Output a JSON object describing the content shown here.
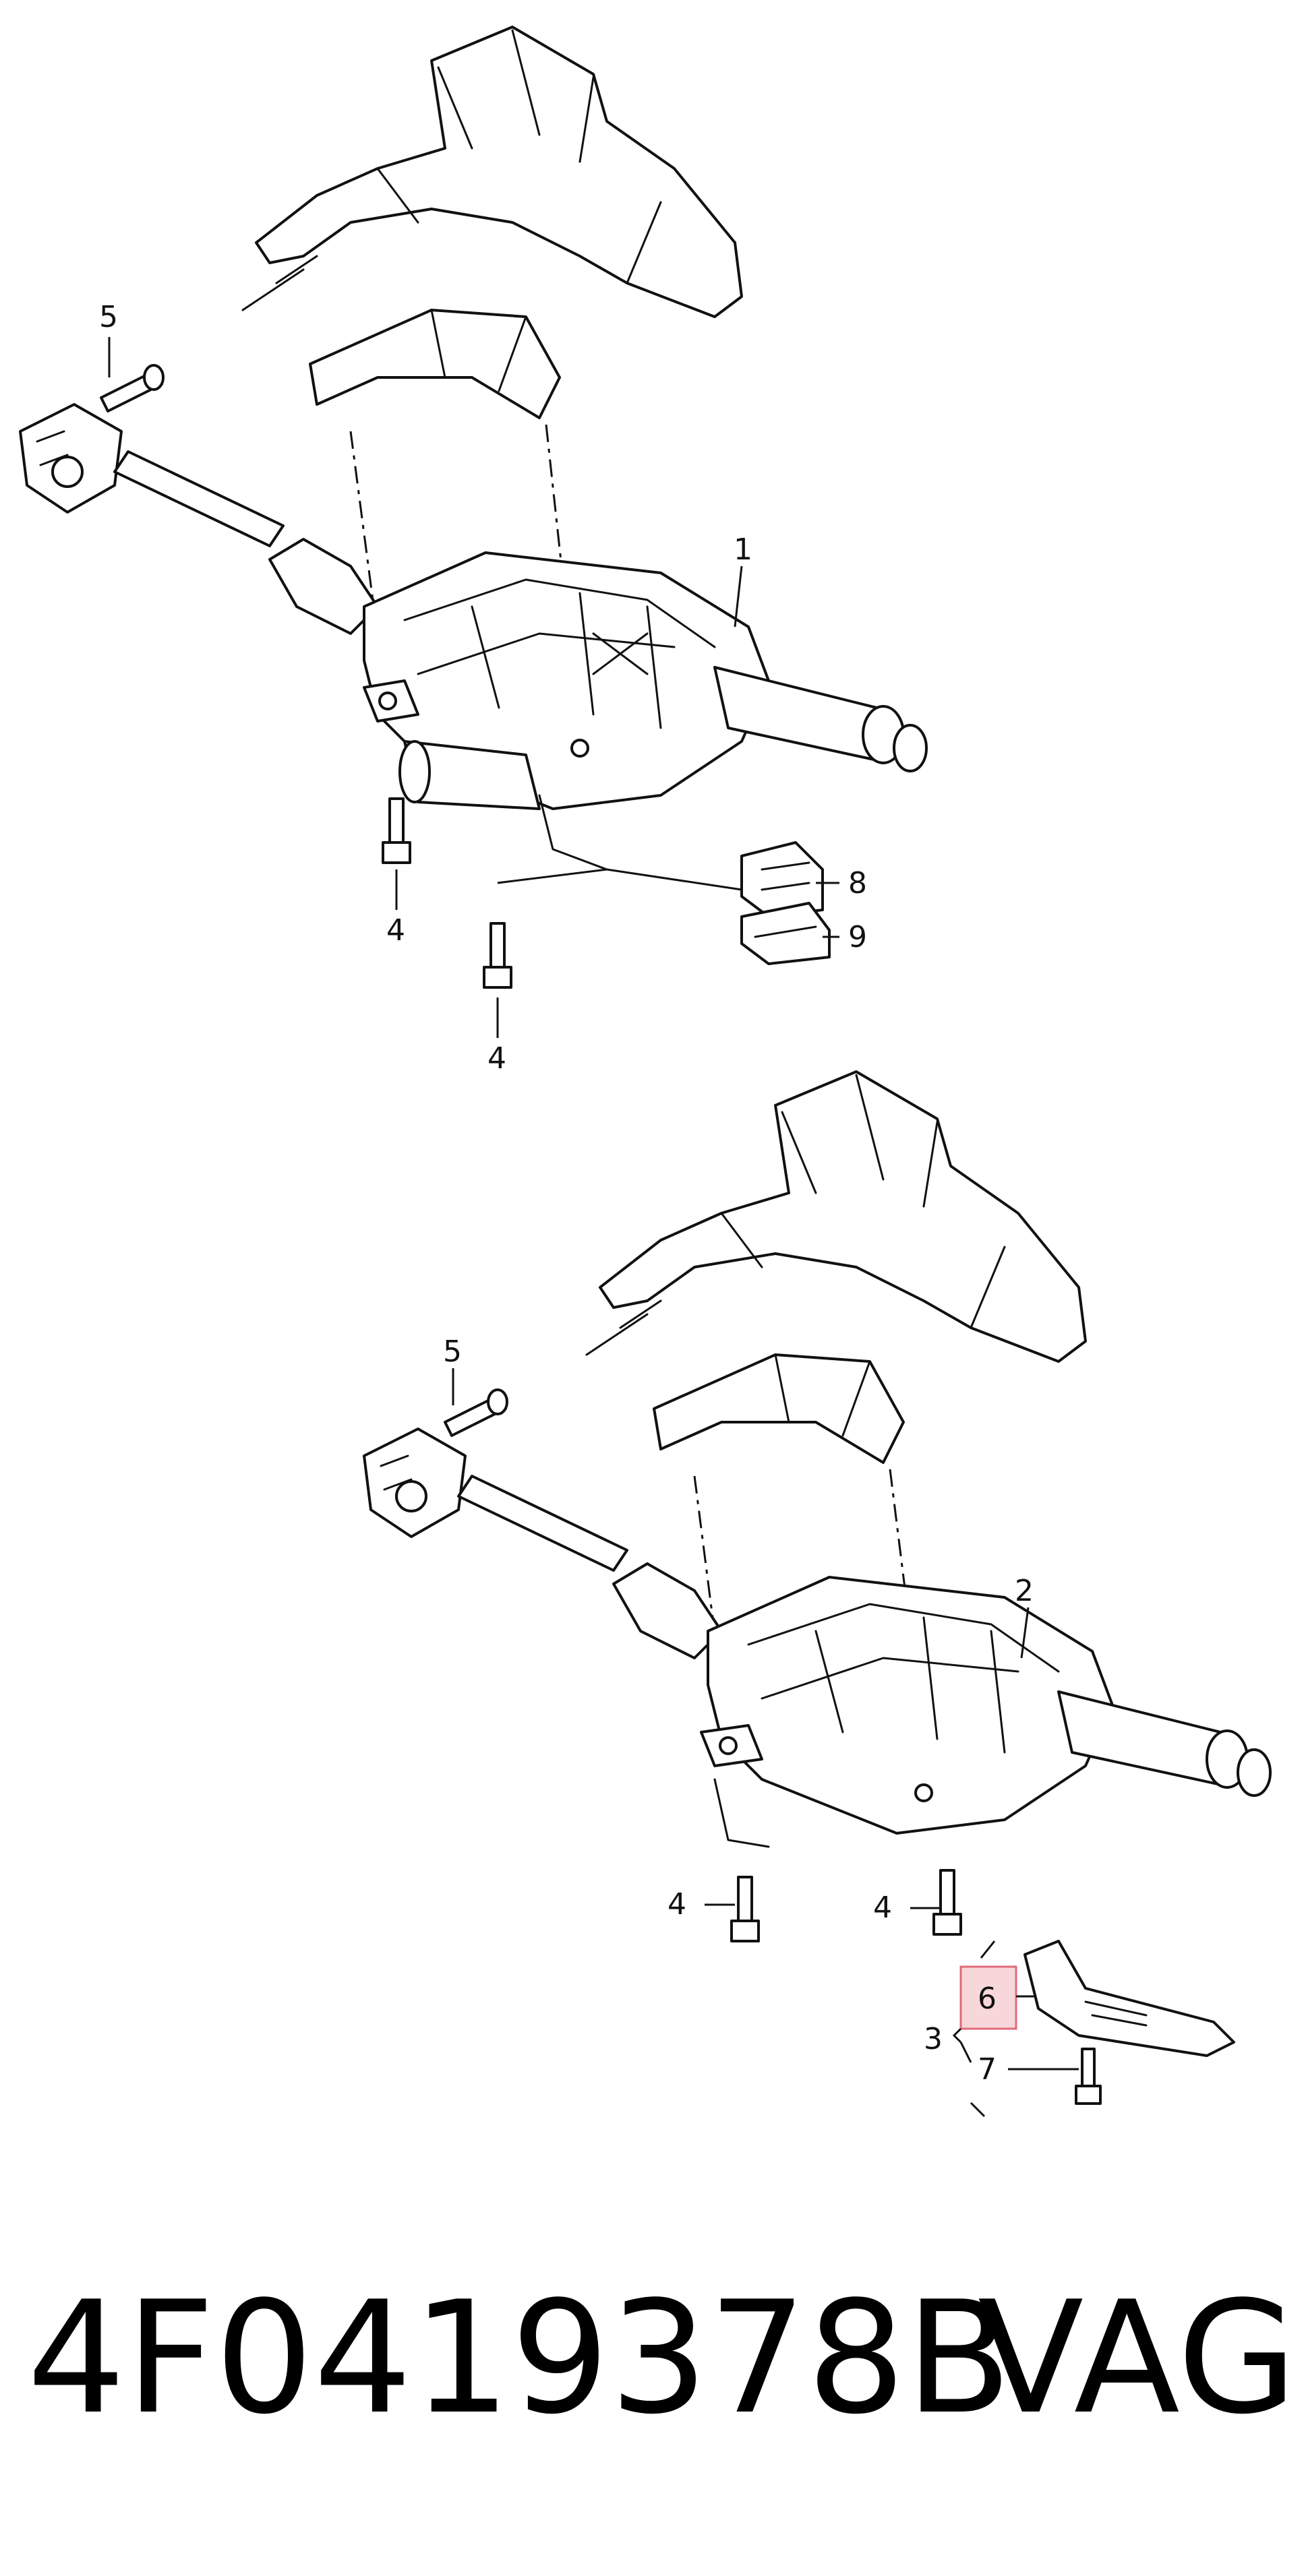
{
  "callouts": {
    "top": {
      "c1": "1",
      "c4a": "4",
      "c4b": "4",
      "c5": "5",
      "c8": "8",
      "c9": "9"
    },
    "bottom": {
      "c2": "2",
      "c3": "3",
      "c4a": "4",
      "c4b": "4",
      "c5": "5",
      "c6": "6",
      "c7": "7"
    }
  },
  "highlight": {
    "callout": "6",
    "color": "#f8d7da",
    "border": "#e06a78"
  },
  "footer": {
    "part_number": "4F0419378B",
    "brand": "VAG"
  }
}
